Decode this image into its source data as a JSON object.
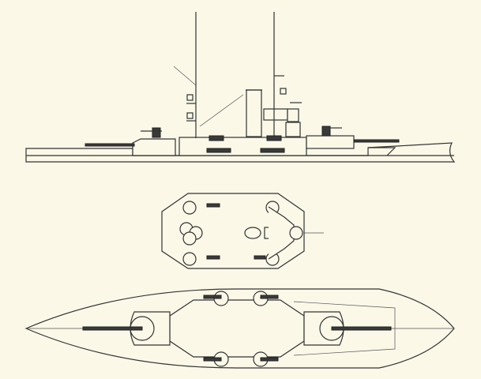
{
  "colors": {
    "background": "#fbf8e8",
    "line": "#333333",
    "gun": "#3a3a3a"
  },
  "views": [
    "side-elevation",
    "superstructure-plan",
    "deck-plan"
  ]
}
